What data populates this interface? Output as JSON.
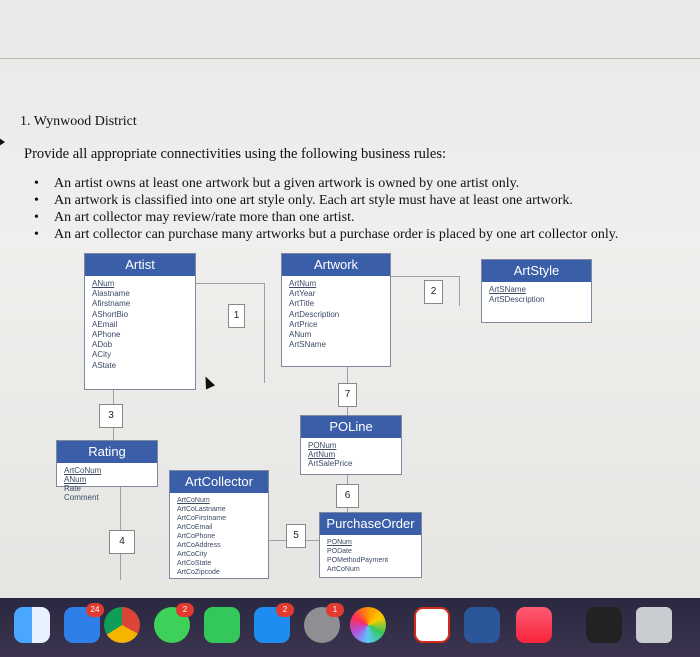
{
  "document": {
    "heading": "1. Wynwood District",
    "intro": "Provide all appropriate connectivities using the following business rules:",
    "rules": [
      "An artist owns at least one artwork but a given artwork is owned by one artist only.",
      "An artwork is classified into one art style only. Each art style must have at least one artwork.",
      "An art collector may review/rate more than one artist.",
      "An art collector can purchase many artworks but a purchase order is placed by one art collector only."
    ]
  },
  "tables": {
    "artist": {
      "title": "Artist",
      "fields": [
        "ANum",
        "Alastname",
        "Afirstname",
        "AShortBio",
        "AEmail",
        "APhone",
        "ADob",
        "ACity",
        "AState"
      ]
    },
    "artwork": {
      "title": "Artwork",
      "fields": [
        "ArtNum",
        "ArtYear",
        "ArtTitle",
        "ArtDescription",
        "ArtPrice",
        "ANum",
        "ArtSName"
      ]
    },
    "artstyle": {
      "title": "ArtStyle",
      "fields": [
        "ArtSName",
        "ArtSDescription"
      ]
    },
    "rating": {
      "title": "Rating",
      "fields": [
        "ArtCoNum",
        "ANum",
        "Rate",
        "Comment"
      ]
    },
    "artcollector": {
      "title": "ArtCollector",
      "fields": [
        "ArtCoNum",
        "ArtCoLastname",
        "ArtCoFirstname",
        "ArtCoEmail",
        "ArtCoPhone",
        "ArtCoAddress",
        "ArtCoCity",
        "ArtCoState",
        "ArtCoZipcode"
      ]
    },
    "poline": {
      "title": "POLine",
      "fields": [
        "PONum",
        "ArtNum",
        "ArtSalePrice"
      ]
    },
    "purchaseorder": {
      "title": "PurchaseOrder",
      "fields": [
        "PONum",
        "PODate",
        "POMethodPayment",
        "ArtCoNum"
      ]
    }
  },
  "connectors": {
    "n1": "1",
    "n2": "2",
    "n3": "3",
    "n4": "4",
    "n5": "5",
    "n6": "6",
    "n7": "7"
  },
  "dock": {
    "badge_mail": "24",
    "badge_messages": "2",
    "badge_appstore": "2",
    "badge_settings": "1"
  }
}
